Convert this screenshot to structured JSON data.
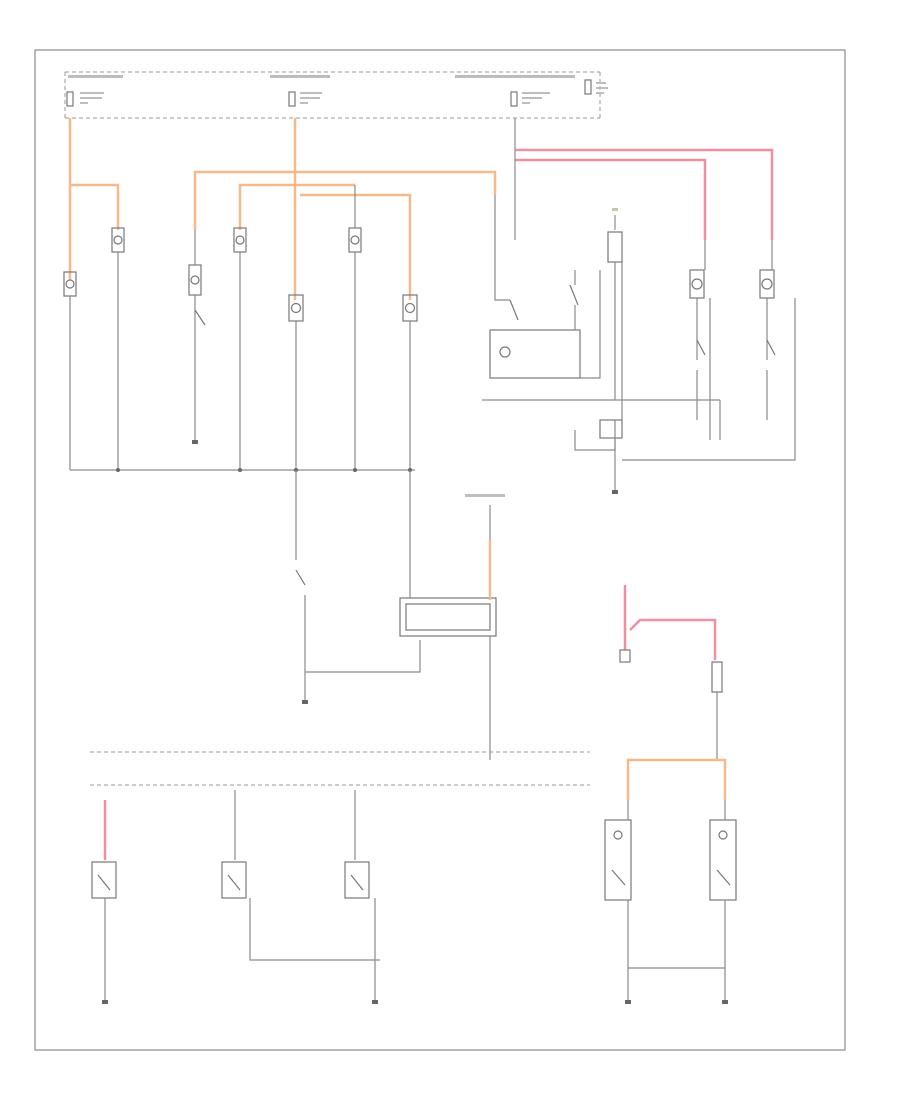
{
  "diagram": {
    "footer_code": "",
    "colors": {
      "wire": "#8a8a8a",
      "wire_orange": "#f5b98a",
      "wire_pink": "#ef8f9f",
      "frame": "#8a8a8a"
    },
    "components": [
      "fuse-block-left",
      "fuse-block-center",
      "fuse-block-right",
      "lamp-group-left",
      "lamp-group-center",
      "door-switch",
      "courtesy-lamp-right-1",
      "courtesy-lamp-right-2",
      "control-module",
      "door-jamb-switches",
      "license-lamps"
    ]
  }
}
